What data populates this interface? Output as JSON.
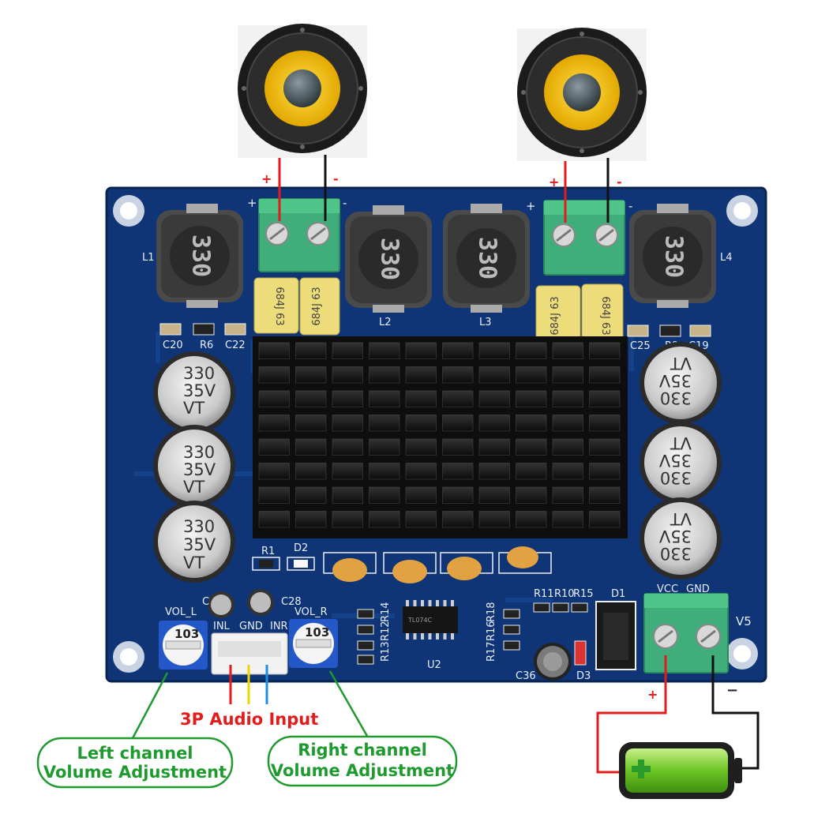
{
  "board": {
    "inductor_labels": [
      "L1",
      "L2",
      "L3",
      "L4"
    ],
    "inductor_marking": "330",
    "smd_top_left": [
      "C20",
      "R6",
      "C22"
    ],
    "smd_top_right": [
      "C25",
      "R9",
      "C19"
    ],
    "electrolytic_marking": {
      "line1": "330",
      "line2": "35V",
      "line3": "VT"
    },
    "film_cap_marking": "684J 63",
    "mid_labels": {
      "r1": "R1",
      "d2": "D2",
      "c28": "C28",
      "c_left": "C",
      "u2": "U2"
    },
    "resistor_groups": {
      "left": [
        "R13",
        "R12",
        "R14"
      ],
      "right_top": [
        "R11",
        "R10",
        "R15"
      ],
      "right_side": [
        "R17",
        "R16",
        "R18"
      ]
    },
    "diode_labels": {
      "d1": "D1",
      "d3": "D3",
      "c36": "C36"
    },
    "power_terminal": {
      "vcc": "VCC",
      "gnd": "GND",
      "v5": "V5"
    },
    "input_header": {
      "inl": "INL",
      "gnd": "GND",
      "inr": "INR"
    },
    "vol_left": "VOL_L",
    "vol_right": "VOL_R",
    "pot_value": "103",
    "terminal_polarity": {
      "plus": "+",
      "minus": "-"
    }
  },
  "annotations": {
    "audio_input": "3P Audio Input",
    "left_volume_line1": "Left channel",
    "left_volume_line2": "Volume Adjustment",
    "right_volume_line1": "Right channel",
    "right_volume_line2": "Volume Adjustment",
    "speaker_plus": "+",
    "speaker_minus": "-",
    "battery_plus": "+",
    "battery_minus": "−"
  },
  "colors": {
    "pcb": "#0f3576",
    "terminal": "#3fae7a",
    "wire_red": "#e21b1b",
    "wire_black": "#111111",
    "wire_yellow": "#f2d400",
    "wire_blue": "#1c8fe0",
    "annotation_green": "#1e9a2e",
    "speaker_cone": "#f2c400",
    "battery_green": "#7ed321"
  }
}
